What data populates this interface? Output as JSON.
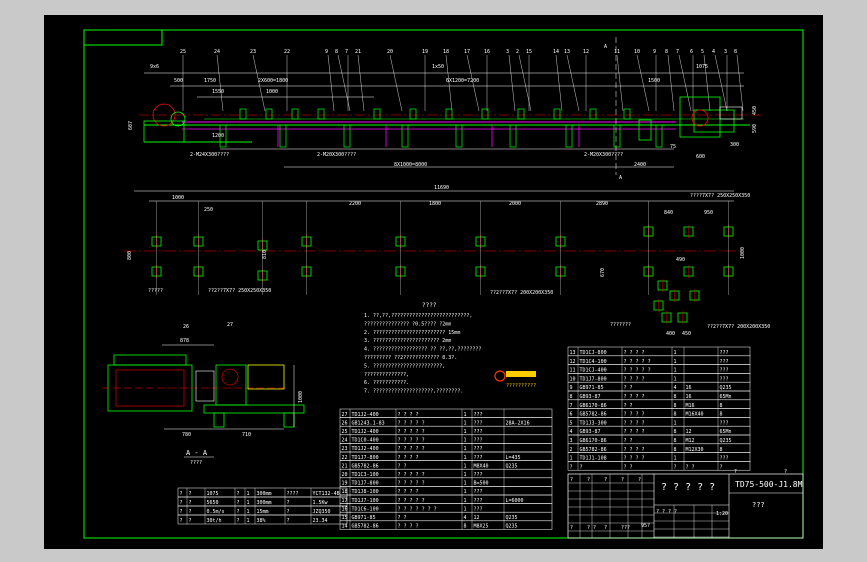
{
  "drawing": {
    "title_code": "TD75-500-J1.8M",
    "title_sub": "???",
    "title_main": "? ? ? ? ?",
    "scale": "1:20"
  },
  "elevation": {
    "part_numbers": [
      "25",
      "24",
      "23",
      "22",
      "9",
      "8",
      "7",
      "21",
      "20",
      "19",
      "18",
      "17",
      "16",
      "3",
      "2",
      "15",
      "14",
      "13",
      "12",
      "11",
      "10",
      "9",
      "8",
      "7",
      "6",
      "5",
      "4",
      "3",
      "8"
    ],
    "dims": {
      "d_9x6": "9x6",
      "d_500": "500",
      "d_1750": "1750",
      "d_1550": "1550",
      "d_1000": "1000",
      "d_2x600": "2X600=1800",
      "d_1x50": "1x50",
      "d_6x1200": "6X1200=7200",
      "d_1500": "1500",
      "d_1075": "1075",
      "d_607": "607",
      "d_1200": "1200",
      "d_450": "450",
      "d_590": "590",
      "d_300": "300",
      "d_600": "600",
      "d_2400": "2400",
      "d_total": "8X1000=8000",
      "d_500b": "500",
      "d_75": "75"
    },
    "notes": {
      "n1": "2-M24X300????",
      "n2": "2-M20X300????",
      "n3": "2-M20X300????"
    },
    "section_mark": "A"
  },
  "plan": {
    "dims": {
      "d_11690": "11690",
      "d_1000": "1000",
      "d_250": "250",
      "d_2200": "2200",
      "d_1800": "1800",
      "d_2000": "2000",
      "d_2890": "2890",
      "d_840": "840",
      "d_950": "950",
      "d_800": "800",
      "d_810": "810",
      "d_1000b": "1000",
      "d_670": "670",
      "d_490": "490",
      "d_400": "400",
      "d_450": "450"
    },
    "labels": {
      "l_top_right": "????7X7?  250X250X350",
      "l_left": "?????",
      "l_left2": "??2??7X7?  250X250X350",
      "l_mid": "??2??7X7?  200X200X350",
      "l_right": "??2??7X7?  200X200X350",
      "l_right2": "???????"
    }
  },
  "section": {
    "parts": [
      "26",
      "27"
    ],
    "dims": {
      "d_878": "878",
      "d_780": "780",
      "d_710": "710",
      "d_1000": "1000"
    },
    "title": "A - A",
    "subtitle": "????"
  },
  "tech_notes": {
    "heading": "????",
    "lines": [
      "1. ??,??,??????????????????????????,",
      "   ???????????????          ?0.5????          ?2mm",
      "2. ????????????????????????              15mm",
      "3. ??????????????????????                2mm",
      "4. ?????????????????? ?? ??,??,????????",
      "   ?????????         ??2????????????          0.3?.",
      "5. ???????????????????????,",
      "   ??????????????,",
      "6. ???????????.",
      "7. ????????????????????,????????."
    ],
    "stamp": "??????????"
  },
  "bom_right": {
    "rows": [
      [
        "13",
        "TD1CJ-800",
        "? ? ? ?",
        "1",
        "",
        "???"
      ],
      [
        "12",
        "TD1C4-100",
        "? ? ? ? ?",
        "1",
        "",
        "???"
      ],
      [
        "11",
        "TD1CJ-400",
        "? ? ? ? ?",
        "1",
        "",
        "???"
      ],
      [
        "10",
        "TD1J7-800",
        "? ? ? ?",
        "1",
        "",
        "???"
      ],
      [
        "9",
        "GB971-85",
        "? ?",
        "4",
        "16",
        "Q235"
      ],
      [
        "8",
        "GB93-87",
        "? ? ? ?",
        "8",
        "16",
        "65Mn"
      ],
      [
        "7",
        "GB6170-86",
        "? ?",
        "8",
        "M16",
        "8"
      ],
      [
        "6",
        "GB5782-86",
        "? ? ? ?",
        "8",
        "M16X40",
        "8"
      ],
      [
        "5",
        "TD1J3-300",
        "? ? ? ?",
        "1",
        "",
        "???"
      ],
      [
        "4",
        "GB93-87",
        "? ? ? ?",
        "8",
        "12",
        "65Mn"
      ],
      [
        "3",
        "GB6170-86",
        "? ?",
        "8",
        "M12",
        "Q235"
      ],
      [
        "2",
        "GB5782-86",
        "? ? ? ?",
        "8",
        "M12X30",
        "8"
      ],
      [
        "1",
        "TD1J1-108",
        "? ? ? ?",
        "1",
        "",
        "???"
      ]
    ],
    "header": [
      "?",
      "?",
      "? ?",
      "?",
      "? ?",
      "?"
    ]
  },
  "bom_mid": {
    "rows": [
      [
        "27",
        "TD1J2-400",
        "? ? ? ?",
        "1",
        "???",
        ""
      ],
      [
        "26",
        "GB1243.1-83",
        "? ? ? ? ?",
        "1",
        "???",
        "28A-2X16"
      ],
      [
        "25",
        "TD1J2-400",
        "? ? ? ? ?",
        "1",
        "???",
        ""
      ],
      [
        "24",
        "TD1C0-400",
        "? ? ? ? ?",
        "1",
        "???",
        ""
      ],
      [
        "23",
        "TD1J2-400",
        "? ? ? ? ?",
        "1",
        "???",
        ""
      ],
      [
        "22",
        "TD1J7-800",
        "? ? ? ?",
        "1",
        "???",
        "L=435"
      ],
      [
        "21",
        "GB5782-86",
        "? ?",
        "1",
        "M8X40",
        "Q235"
      ],
      [
        "20",
        "TD1C3-100",
        "? ? ? ? ?",
        "1",
        "???",
        ""
      ],
      [
        "19",
        "TD1J7-800",
        "? ? ? ? ?",
        "1",
        "B=500",
        ""
      ],
      [
        "18",
        "TD1J8-100",
        "? ? ? ?",
        "1",
        "???",
        ""
      ],
      [
        "17",
        "TD1J7-100",
        "? ? ? ? ?",
        "1",
        "???",
        "L=6000"
      ],
      [
        "16",
        "TD1C6-100",
        "? ? ? ? ? ? ?",
        "1",
        "???",
        ""
      ],
      [
        "15",
        "GB971-85",
        "? ?",
        "4",
        "12",
        "Q235"
      ],
      [
        "14",
        "GB5782-86",
        "? ? ? ?",
        "8",
        "M8X25",
        "Q235"
      ]
    ]
  },
  "params": {
    "rows": [
      [
        "?",
        "?",
        "1075",
        "?",
        "1",
        "300mm",
        "????",
        "YCT132-4B"
      ],
      [
        "?",
        "?",
        "5650",
        "?",
        "1",
        "300mm",
        "?",
        "1.5Kw"
      ],
      [
        "?",
        "?",
        "0.5m/s",
        "?",
        "1",
        "15mm",
        "?",
        "JZQ350"
      ],
      [
        "?",
        "?",
        "30t/h",
        "?",
        "1",
        "38%",
        "?",
        "23.34"
      ]
    ]
  },
  "title_block": {
    "cells": [
      "?",
      "?",
      "?",
      "?",
      "?",
      "?",
      "?",
      "?",
      "?",
      "?",
      "?",
      "?",
      "?",
      "?",
      "?",
      "?",
      "?",
      "?",
      "?",
      "?",
      "?",
      "?",
      "?",
      "?",
      "?",
      "?",
      "?",
      "?",
      "?",
      "?",
      "?",
      "?",
      "?",
      "?",
      "?",
      "?",
      "?",
      "?",
      "?",
      "?",
      "?",
      "?",
      "?",
      "?",
      "?",
      "?",
      "?",
      "?",
      "?",
      "?",
      "?",
      "?",
      "?",
      "?",
      "?",
      "?",
      "?",
      "?",
      "?",
      "?",
      "?",
      "?",
      "?",
      "?",
      "?",
      "?",
      "?",
      "?",
      "?",
      "?"
    ],
    "sig_row": [
      "?",
      "?",
      "?",
      "?",
      "?",
      "?",
      "? ?",
      "?",
      "???"
    ],
    "label_left": "?",
    "label_mid": "? ? ? ?",
    "label_right": "?",
    "bottom_row": [
      "?",
      "?",
      "?",
      "?",
      "?",
      "?",
      "?",
      "?",
      "?",
      "?",
      "?",
      "?",
      "?",
      "?",
      "?",
      "?",
      "?",
      "?",
      "?",
      "?",
      "?",
      "?"
    ],
    "weight_label": "95?"
  },
  "colors": {
    "frame": "#00ff00",
    "belt": "#ff00ff",
    "centerline": "#ff0000",
    "dims": "#ffffff",
    "motor": "#ffff00"
  }
}
